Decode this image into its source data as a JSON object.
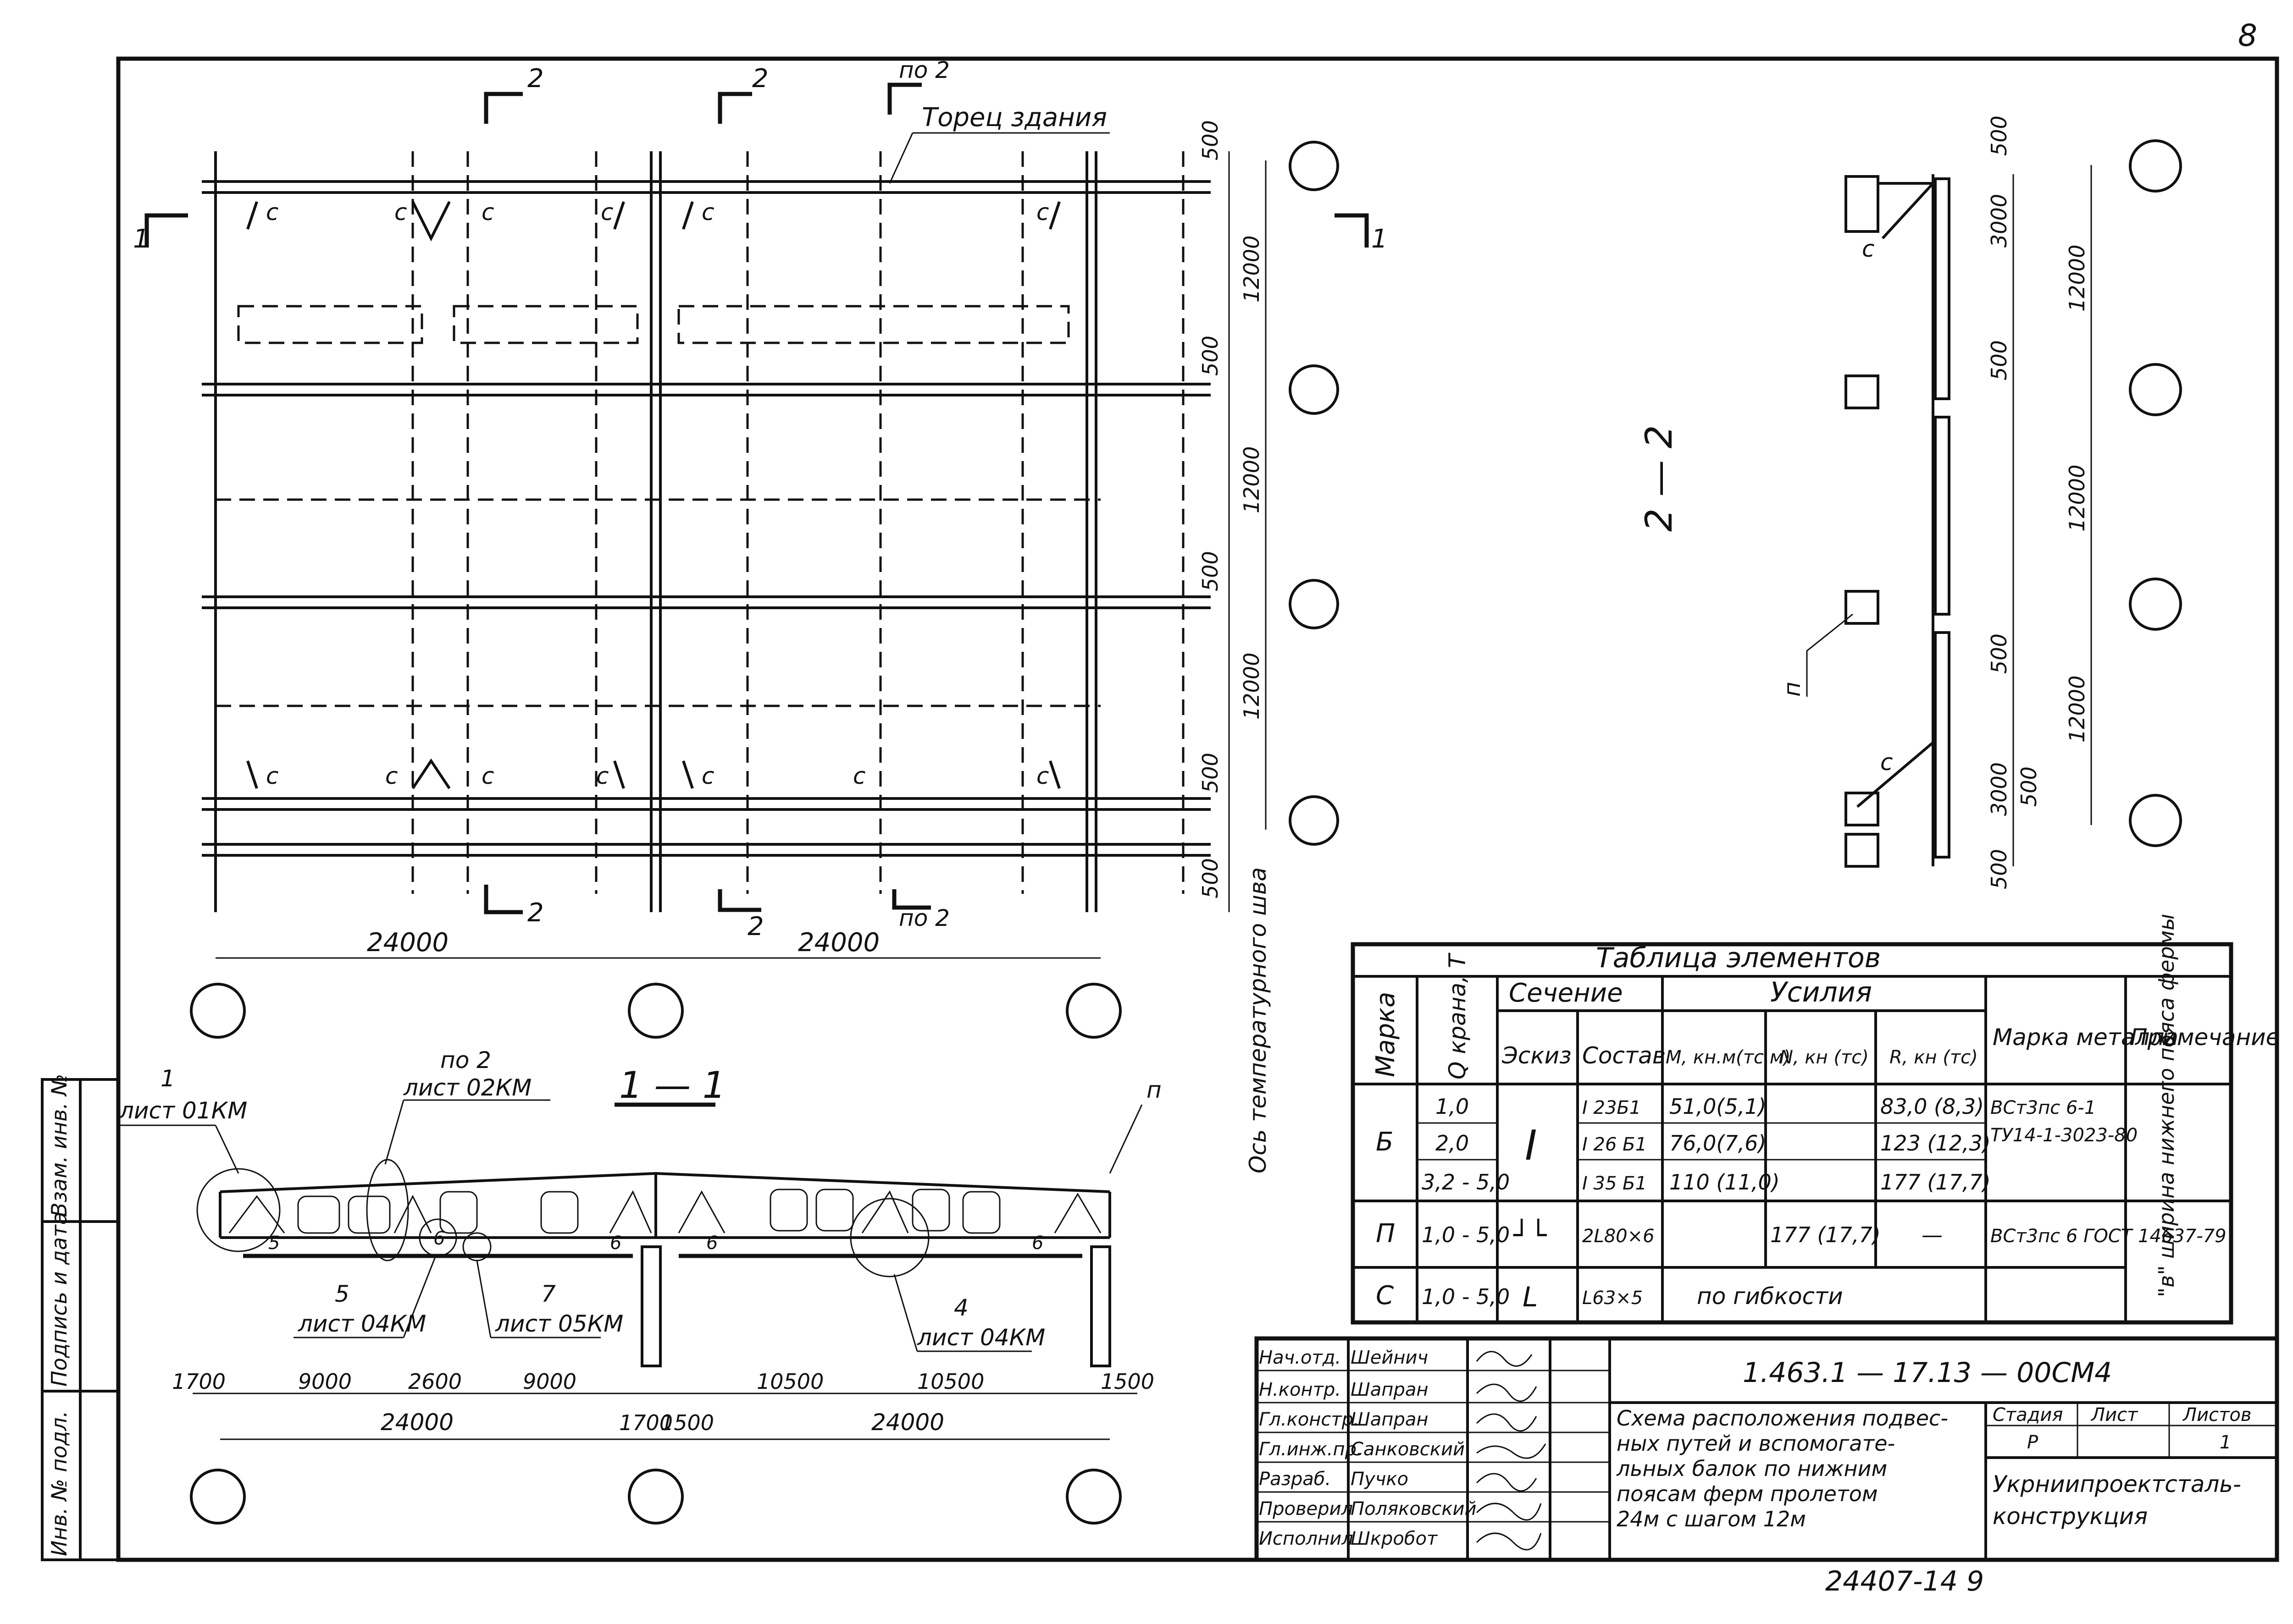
{
  "page_number": "8",
  "plan": {
    "section_marks": [
      "2",
      "2",
      "по 2",
      "1",
      "1",
      "2",
      "2",
      "по 2"
    ],
    "building_end_label": "Торец  здания",
    "brace_label": "c",
    "dims_vertical": [
      "500",
      "12000",
      "500",
      "12000",
      "500",
      "12000",
      "500",
      "500"
    ],
    "dims_horizontal": [
      "24000",
      "24000"
    ],
    "expansion_joint_label": "Ось температурного шва"
  },
  "section_22": {
    "title": "2 — 2",
    "dims": [
      "500",
      "3000",
      "12000",
      "500",
      "12000",
      "500",
      "12000",
      "3000",
      "500",
      "500"
    ],
    "labels": [
      "c",
      "п",
      "c"
    ]
  },
  "section_11": {
    "title": "1 — 1",
    "callouts": [
      {
        "num": "1",
        "sheet": "лист 01КМ"
      },
      {
        "num": "по 2",
        "sheet": "лист 02КМ"
      },
      {
        "num": "5",
        "sheet": "лист 04КМ"
      },
      {
        "num": "7",
        "sheet": "лист 05КМ"
      },
      {
        "num": "4",
        "sheet": "лист 04КМ"
      },
      {
        "num": "п",
        "sheet": ""
      }
    ],
    "node_labels": [
      "5",
      "6",
      "6",
      "6",
      "6"
    ],
    "dims_row1": [
      "1700",
      "9000",
      "2600",
      "9000",
      "10500",
      "10500",
      "1500"
    ],
    "dims_row2": [
      "24000",
      "1700",
      "1500",
      "24000"
    ]
  },
  "table": {
    "title": "Таблица  элементов",
    "headers": {
      "mark": "Марка",
      "q": "Q крана, Т",
      "section": "Сечение",
      "sketch": "Эскиз",
      "composition": "Состав",
      "forces": "Усилия",
      "m": "М, кн.м(тс.м)",
      "n": "N, кн (тс)",
      "r": "R, кн (тс)",
      "steel": "Марка металла",
      "note": "Примечание"
    },
    "rows": [
      {
        "mark": "Б",
        "q": "1,0",
        "sketch": "I",
        "comp": "I 23Б1",
        "m": "51,0(5,1)",
        "n": "",
        "r": "83,0 (8,3)",
        "steel": "ВСт3пс 6-1"
      },
      {
        "mark": "",
        "q": "2,0",
        "sketch": "",
        "comp": "I 26 Б1",
        "m": "76,0(7,6)",
        "n": "",
        "r": "123 (12,3)",
        "steel": "ТУ14-1-3023-80"
      },
      {
        "mark": "",
        "q": "3,2 - 5,0",
        "sketch": "",
        "comp": "I 35 Б1",
        "m": "110 (11,0)",
        "n": "",
        "r": "177 (17,7)",
        "steel": ""
      },
      {
        "mark": "П",
        "q": "1,0 - 5,0",
        "sketch": "┘└",
        "comp": "2L80×6",
        "m": "",
        "n": "177 (17,7)",
        "r": "—",
        "steel": "ВСт3пс 6 ГОСТ 14637-79"
      },
      {
        "mark": "С",
        "q": "1,0 - 5,0",
        "sketch": "L",
        "comp": "L63×5",
        "m": "по гибкости",
        "n": "",
        "r": "",
        "steel": ""
      }
    ],
    "note": "\"в\" ширина нижнего пояса фермы"
  },
  "stamp": {
    "doc_code": "1.463.1 — 17.13 — 00СМ4",
    "roles": [
      {
        "role": "Нач.отд.",
        "name": "Шейнич"
      },
      {
        "role": "Н.контр.",
        "name": "Шапран"
      },
      {
        "role": "Гл.констр.",
        "name": "Шапран"
      },
      {
        "role": "Гл.инж.пр.",
        "name": "Санковский"
      },
      {
        "role": "Разраб.",
        "name": "Пучко"
      },
      {
        "role": "Проверил",
        "name": "Поляковский"
      },
      {
        "role": "Исполнил",
        "name": "Шкробот"
      }
    ],
    "title": [
      "Схема расположения подвес-",
      "ных путей и вспомогате-",
      "льных балок по нижним",
      "поясам ферм пролетом",
      "24м с шагом 12м"
    ],
    "stage_header": "Стадия",
    "sheet_header": "Лист",
    "sheets_header": "Листов",
    "stage": "Р",
    "sheets_total": "1",
    "org": [
      "Укрниипроектсталь-",
      "конструкция"
    ],
    "archive_no": "24407-14  9"
  },
  "side_stamp": [
    "Инв. № подл.",
    "Подпись и дата",
    "Взам. инв. №"
  ]
}
